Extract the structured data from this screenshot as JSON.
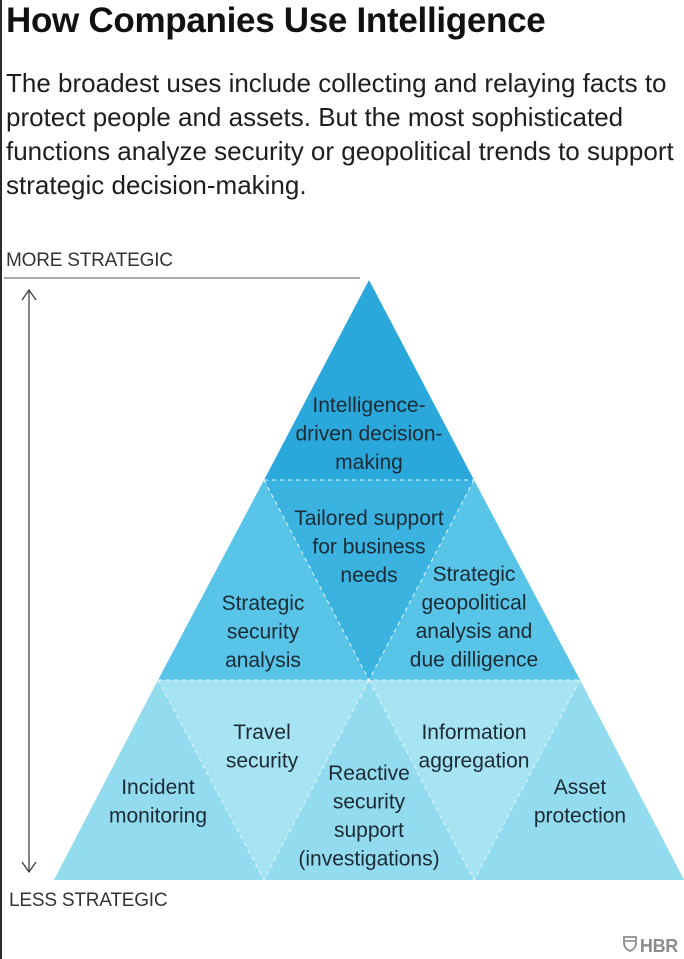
{
  "header": {
    "title": "How Companies Use Intelligence",
    "subtitle": "The broadest uses include collecting and relaying facts to protect people and assets. But the most sophisticated functions analyze security or geopolitical trends to support strategic decision-making."
  },
  "axis": {
    "top_label": "MORE STRATEGIC",
    "bottom_label": "LESS STRATEGIC"
  },
  "pyramid": {
    "colors": {
      "top": "#2aa8dc",
      "middle_light": "#57c4e8",
      "middle_dark": "#3ab3e0",
      "bottom_light": "#a6e3f3",
      "bottom_dark": "#93dbef",
      "divider": "#e8f7fc"
    },
    "tiers": [
      {
        "name": "top",
        "segments": [
          {
            "lines": [
              "Intelligence-",
              "driven decision-",
              "making"
            ]
          }
        ]
      },
      {
        "name": "middle",
        "segments": [
          {
            "lines": [
              "Strategic",
              "security",
              "analysis"
            ]
          },
          {
            "lines": [
              "Tailored support",
              "for business",
              "needs"
            ]
          },
          {
            "lines": [
              "Strategic",
              "geopolitical",
              "analysis and",
              "due dilligence"
            ]
          }
        ]
      },
      {
        "name": "bottom",
        "segments": [
          {
            "lines": [
              "Incident",
              "monitoring"
            ]
          },
          {
            "lines": [
              "Travel",
              "security"
            ]
          },
          {
            "lines": [
              "Reactive",
              "security",
              "support",
              "(investigations)"
            ]
          },
          {
            "lines": [
              "Information",
              "aggregation"
            ]
          },
          {
            "lines": [
              "Asset",
              "protection"
            ]
          }
        ]
      }
    ]
  },
  "logo": {
    "text": "HBR",
    "icon": "shield-icon"
  }
}
